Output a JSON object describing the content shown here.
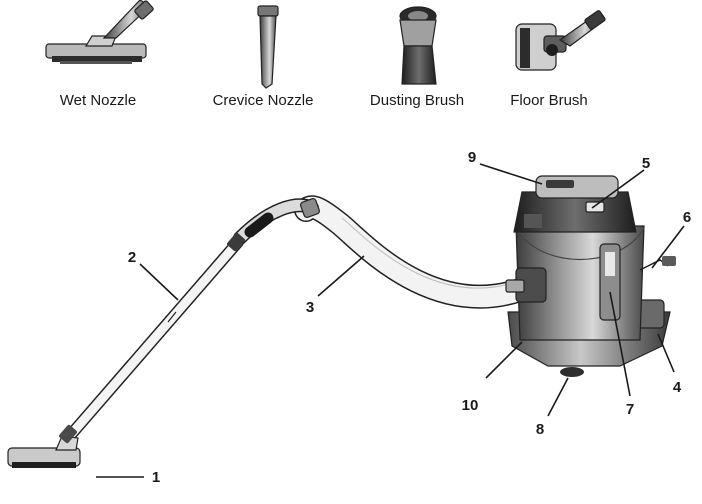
{
  "accessories": [
    {
      "id": "wet-nozzle",
      "label": "Wet Nozzle"
    },
    {
      "id": "crevice-nozzle",
      "label": "Crevice Nozzle"
    },
    {
      "id": "dusting-brush",
      "label": "Dusting Brush"
    },
    {
      "id": "floor-brush",
      "label": "Floor Brush"
    }
  ],
  "callouts": [
    {
      "id": "1",
      "label": "1"
    },
    {
      "id": "2",
      "label": "2"
    },
    {
      "id": "3",
      "label": "3"
    },
    {
      "id": "4",
      "label": "4"
    },
    {
      "id": "5",
      "label": "5"
    },
    {
      "id": "6",
      "label": "6"
    },
    {
      "id": "7",
      "label": "7"
    },
    {
      "id": "8",
      "label": "8"
    },
    {
      "id": "9",
      "label": "9"
    },
    {
      "id": "10",
      "label": "10"
    }
  ]
}
